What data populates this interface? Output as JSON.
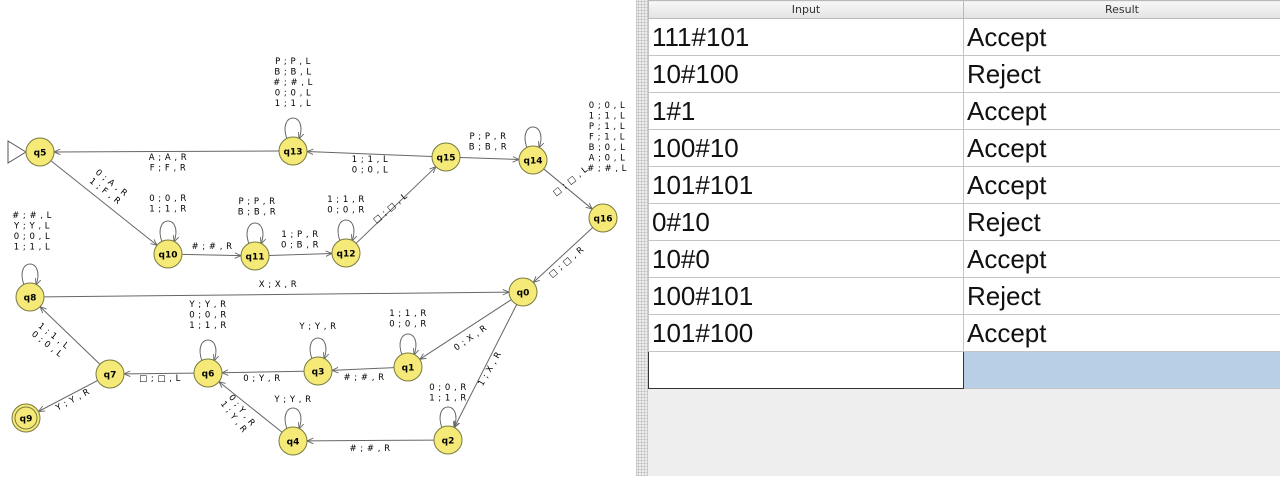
{
  "diagram": {
    "states": [
      {
        "id": "q0",
        "label": "q0",
        "initial": false,
        "final": false
      },
      {
        "id": "q1",
        "label": "q1",
        "initial": false,
        "final": false
      },
      {
        "id": "q2",
        "label": "q2",
        "initial": false,
        "final": false
      },
      {
        "id": "q3",
        "label": "q3",
        "initial": false,
        "final": false
      },
      {
        "id": "q4",
        "label": "q4",
        "initial": false,
        "final": false
      },
      {
        "id": "q5",
        "label": "q5",
        "initial": true,
        "final": false
      },
      {
        "id": "q6",
        "label": "q6",
        "initial": false,
        "final": false
      },
      {
        "id": "q7",
        "label": "q7",
        "initial": false,
        "final": false
      },
      {
        "id": "q8",
        "label": "q8",
        "initial": false,
        "final": false
      },
      {
        "id": "q9",
        "label": "q9",
        "initial": false,
        "final": true
      },
      {
        "id": "q10",
        "label": "q10",
        "initial": false,
        "final": false
      },
      {
        "id": "q11",
        "label": "q11",
        "initial": false,
        "final": false
      },
      {
        "id": "q12",
        "label": "q12",
        "initial": false,
        "final": false
      },
      {
        "id": "q13",
        "label": "q13",
        "initial": false,
        "final": false
      },
      {
        "id": "q14",
        "label": "q14",
        "initial": false,
        "final": false
      },
      {
        "id": "q15",
        "label": "q15",
        "initial": false,
        "final": false
      },
      {
        "id": "q16",
        "label": "q16",
        "initial": false,
        "final": false
      }
    ],
    "transitions": [
      {
        "from": "q13",
        "to": "q13",
        "labels": [
          "P ; P , L",
          "B ; B , L",
          "# ; # , L",
          "0 ; 0 , L",
          "1 ; 1 , L"
        ]
      },
      {
        "from": "q13",
        "to": "q5",
        "labels": [
          "A ; A , R",
          "F ; F , R"
        ]
      },
      {
        "from": "q15",
        "to": "q13",
        "labels": [
          "1 ; 1 , L",
          "0 ; 0 , L"
        ]
      },
      {
        "from": "q15",
        "to": "q14",
        "labels": [
          "P ; P , R",
          "B ; B , R"
        ]
      },
      {
        "from": "q14",
        "to": "q14",
        "labels": [
          "0 ; 0 , L",
          "1 ; 1 , L",
          "P ; 1 , L",
          "F ; 1 , L",
          "B ; 0 , L",
          "A ; 0 , L",
          "# ; # , L"
        ]
      },
      {
        "from": "q14",
        "to": "q16",
        "labels": [
          "□ ; □ , L"
        ]
      },
      {
        "from": "q5",
        "to": "q10",
        "labels": [
          "0 ; A , R",
          "1 ; F , R"
        ]
      },
      {
        "from": "q10",
        "to": "q10",
        "labels": [
          "0 ; 0 , R",
          "1 ; 1 , R"
        ]
      },
      {
        "from": "q10",
        "to": "q11",
        "labels": [
          "# ; # , R"
        ]
      },
      {
        "from": "q11",
        "to": "q11",
        "labels": [
          "P ; P , R",
          "B ; B , R"
        ]
      },
      {
        "from": "q11",
        "to": "q12",
        "labels": [
          "1 ; P , R",
          "0 ; B , R"
        ]
      },
      {
        "from": "q12",
        "to": "q12",
        "labels": [
          "1 ; 1 , R",
          "0 ; 0 , R"
        ]
      },
      {
        "from": "q12",
        "to": "q15",
        "labels": [
          "□ ; □ , L"
        ]
      },
      {
        "from": "q16",
        "to": "q0",
        "labels": [
          "□ ; □ , R"
        ]
      },
      {
        "from": "q8",
        "to": "q8",
        "labels": [
          "# ; # , L",
          "Y ; Y , L",
          "0 ; 0 , L",
          "1 ; 1 , L"
        ]
      },
      {
        "from": "q8",
        "to": "q0",
        "labels": [
          "X ; X , R"
        ]
      },
      {
        "from": "q0",
        "to": "q1",
        "labels": [
          "0 ; X , R"
        ]
      },
      {
        "from": "q0",
        "to": "q2",
        "labels": [
          "1 ; X , R"
        ]
      },
      {
        "from": "q1",
        "to": "q1",
        "labels": [
          "1 ; 1 , R",
          "0 ; 0 , R"
        ]
      },
      {
        "from": "q1",
        "to": "q3",
        "labels": [
          "# ; # , R"
        ]
      },
      {
        "from": "q3",
        "to": "q3",
        "labels": [
          "Y ; Y , R"
        ]
      },
      {
        "from": "q3",
        "to": "q6",
        "labels": [
          "0 ; Y , R"
        ]
      },
      {
        "from": "q6",
        "to": "q6",
        "labels": [
          "Y ; Y , R",
          "0 ; 0 , R",
          "1 ; 1 , R"
        ]
      },
      {
        "from": "q6",
        "to": "q7",
        "labels": [
          "□ ; □ , L"
        ]
      },
      {
        "from": "q7",
        "to": "q8",
        "labels": [
          "1 ; 1 , L",
          "0 ; 0 , L"
        ]
      },
      {
        "from": "q7",
        "to": "q9",
        "labels": [
          "Y ; Y , R"
        ]
      },
      {
        "from": "q2",
        "to": "q2",
        "labels": [
          "0 ; 0 , R",
          "1 ; 1 , R"
        ]
      },
      {
        "from": "q2",
        "to": "q4",
        "labels": [
          "# ; # , R"
        ]
      },
      {
        "from": "q4",
        "to": "q4",
        "labels": [
          "Y ; Y , R"
        ]
      },
      {
        "from": "q4",
        "to": "q6",
        "labels": [
          "0 ; Y , R",
          "1 ; Y , R"
        ]
      }
    ],
    "colors": {
      "state_fill": "#f5ea78",
      "state_stroke": "#7a7a40",
      "edge": "#666666"
    }
  },
  "table": {
    "headers": {
      "input": "Input",
      "result": "Result"
    },
    "rows": [
      {
        "input": "111#101",
        "result": "Accept"
      },
      {
        "input": "10#100",
        "result": "Reject"
      },
      {
        "input": "1#1",
        "result": "Accept"
      },
      {
        "input": "100#10",
        "result": "Accept"
      },
      {
        "input": "101#101",
        "result": "Accept"
      },
      {
        "input": "0#10",
        "result": "Reject"
      },
      {
        "input": "10#0",
        "result": "Accept"
      },
      {
        "input": "100#101",
        "result": "Reject"
      },
      {
        "input": "101#100",
        "result": "Accept"
      }
    ],
    "edit_row": {
      "input": "",
      "result": ""
    }
  }
}
